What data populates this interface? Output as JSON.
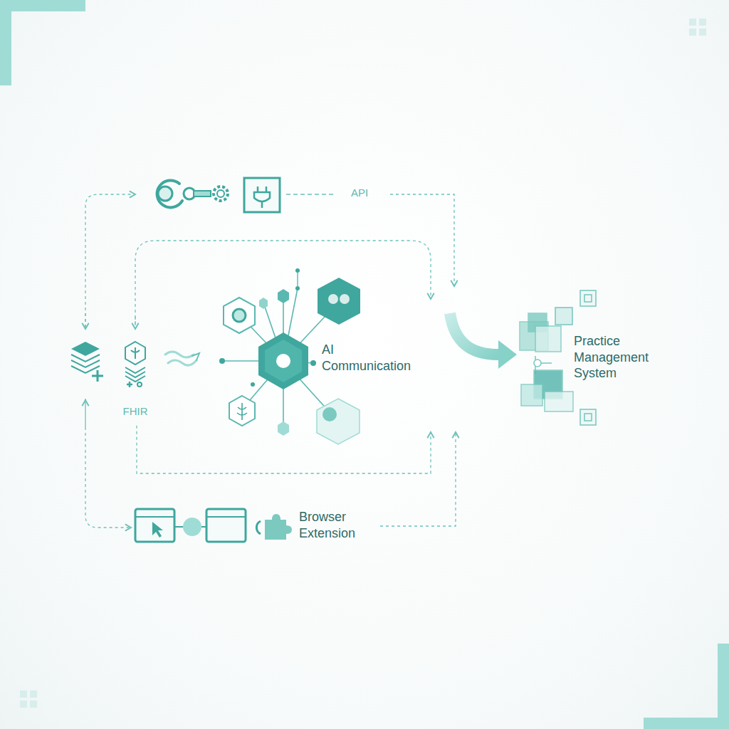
{
  "diagram": {
    "nodes": [
      {
        "text": [
          "API"
        ]
      },
      {
        "text": [
          "FHIR"
        ]
      },
      {
        "text": [
          "AI Communication"
        ]
      },
      {
        "text": [
          "Browser Extension"
        ]
      },
      {
        "text": [
          "Practice Management System"
        ]
      }
    ],
    "edges": [
      {
        "from": 0,
        "to": 2,
        "arrow": "to"
      },
      {
        "from": 1,
        "to": 2,
        "arrow": "to"
      },
      {
        "from": 3,
        "to": 2,
        "arrow": "to"
      },
      {
        "from": 2,
        "to": 4,
        "arrow": "to"
      }
    ]
  }
}
